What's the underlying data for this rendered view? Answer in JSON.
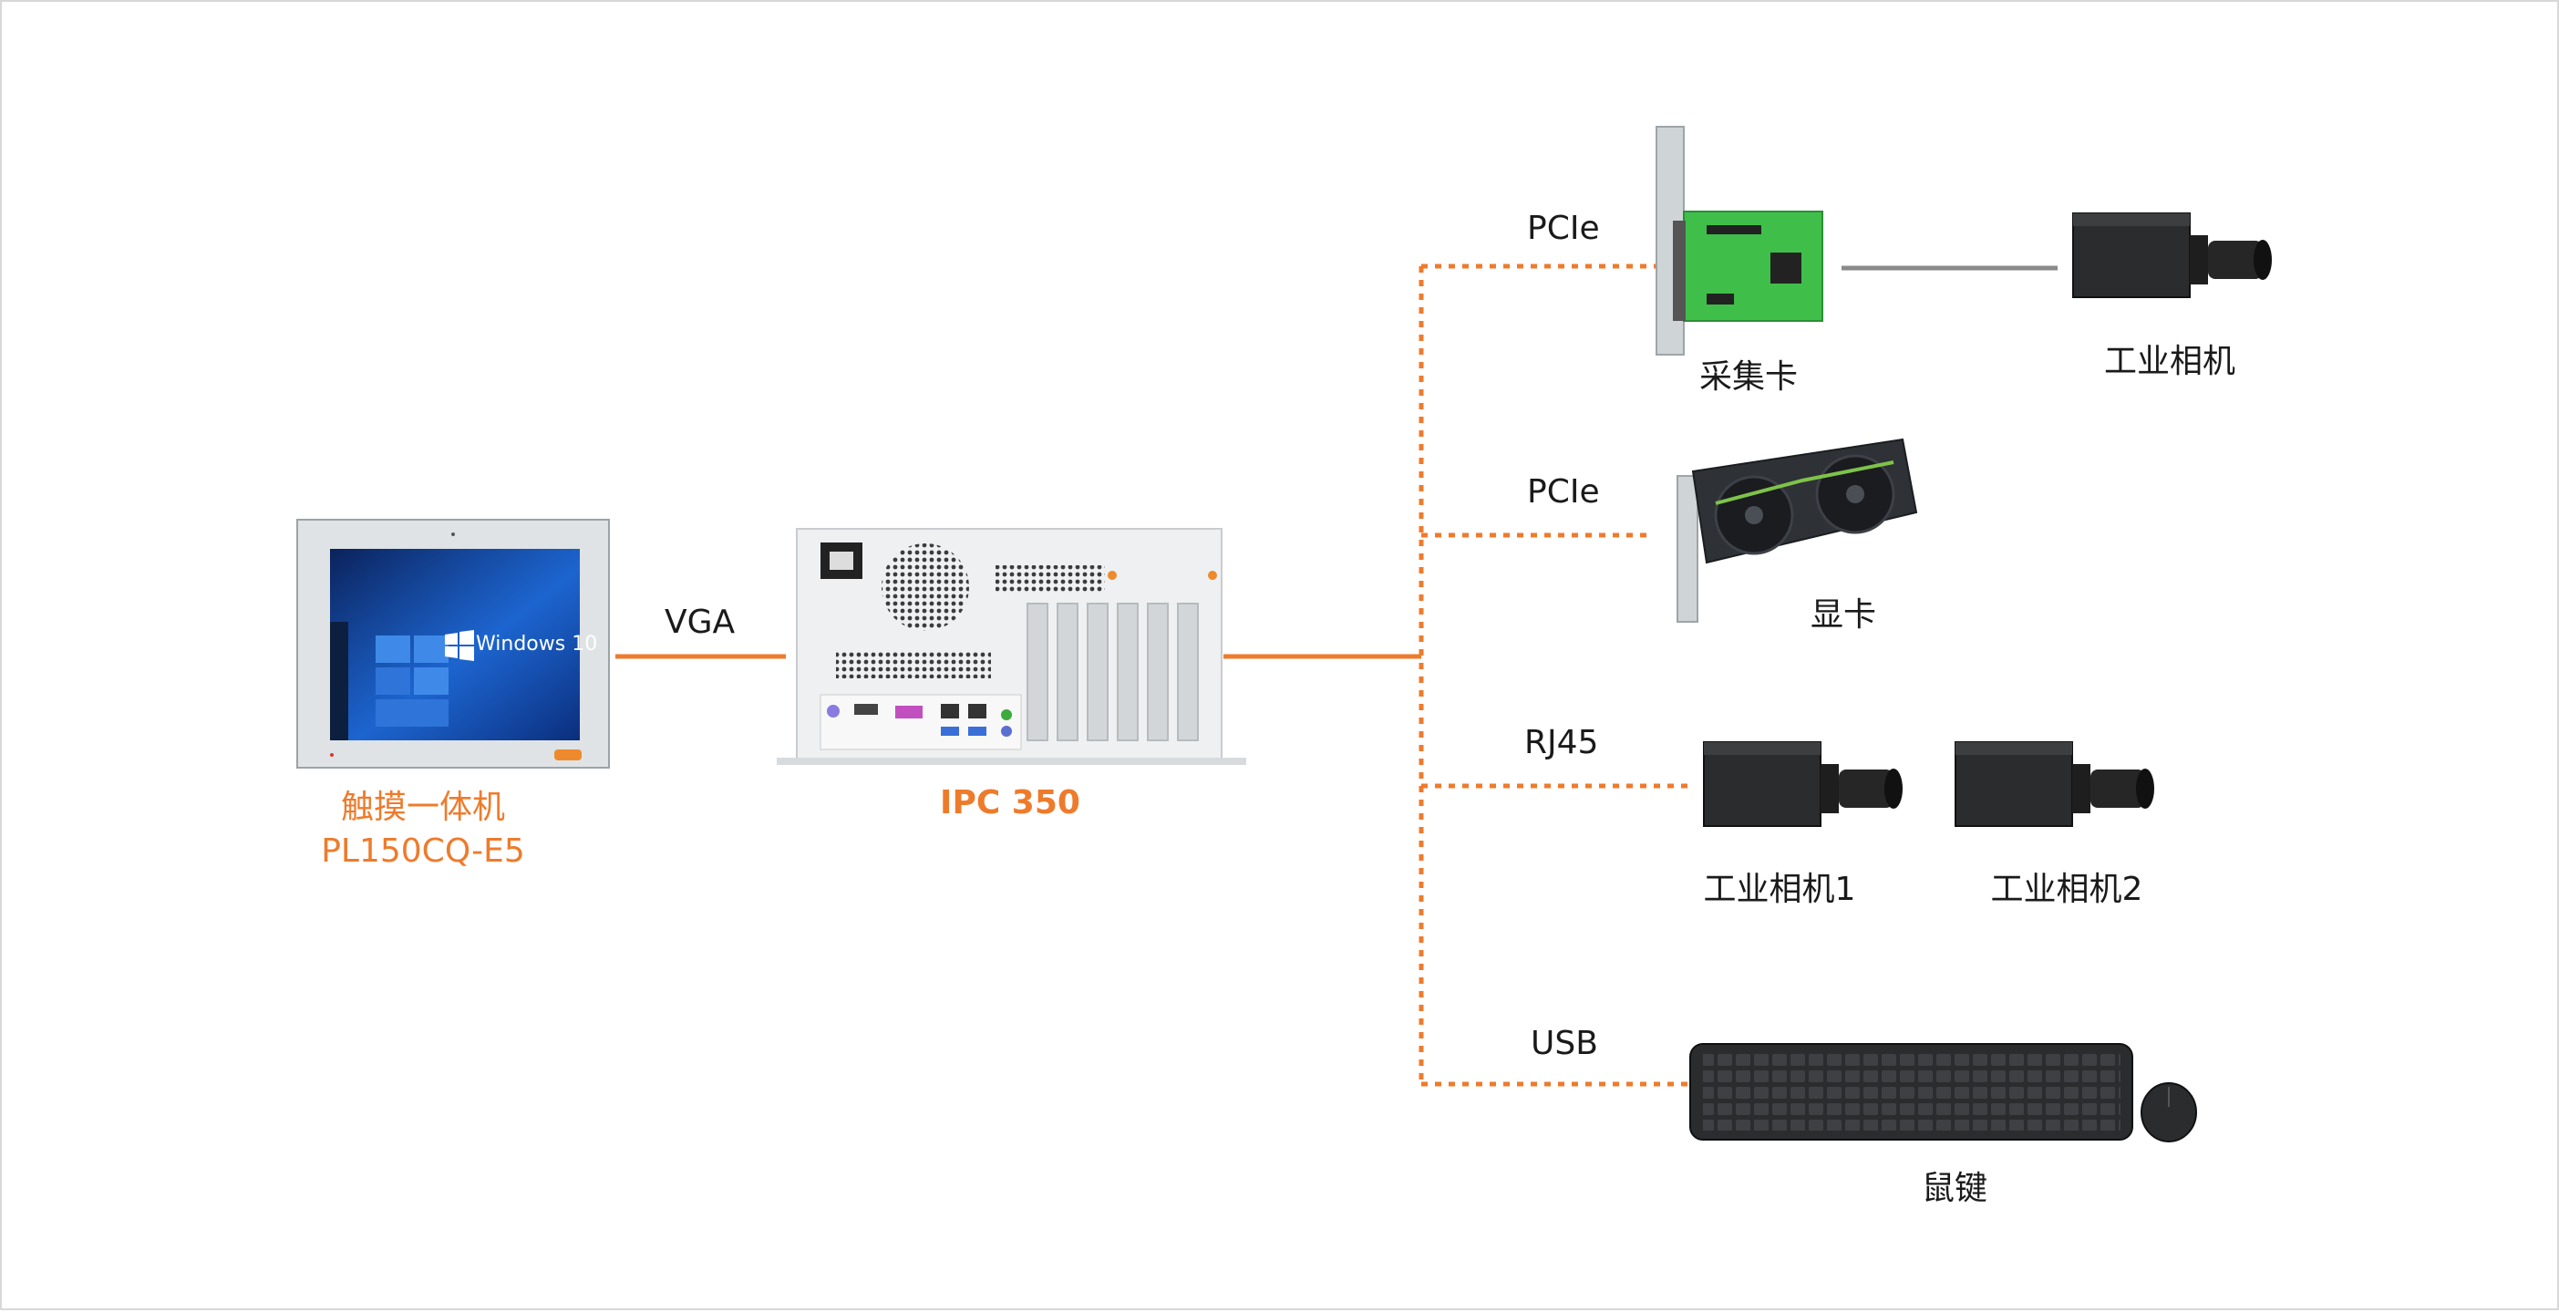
{
  "colors": {
    "accent": "#ee7b2c",
    "grey_line": "#8a8a8a",
    "text": "#1a1a1a",
    "screen_blue": "#1f5fc9",
    "card_green": "#3fbf4a"
  },
  "devices": {
    "panel_pc": {
      "name": "触摸一体机",
      "model": "PL150CQ-E5",
      "screen_text": "Windows 10"
    },
    "ipc": {
      "name": "IPC 350"
    },
    "capture_card": {
      "name": "采集卡"
    },
    "industrial_camera": {
      "name": "工业相机"
    },
    "graphics_card": {
      "name": "显卡"
    },
    "camera_1": {
      "name": "工业相机1"
    },
    "camera_2": {
      "name": "工业相机2"
    },
    "keyboard_mouse": {
      "name": "鼠键"
    }
  },
  "links": {
    "vga": "VGA",
    "pcie_1": "PCIe",
    "pcie_2": "PCIe",
    "rj45": "RJ45",
    "usb": "USB"
  }
}
